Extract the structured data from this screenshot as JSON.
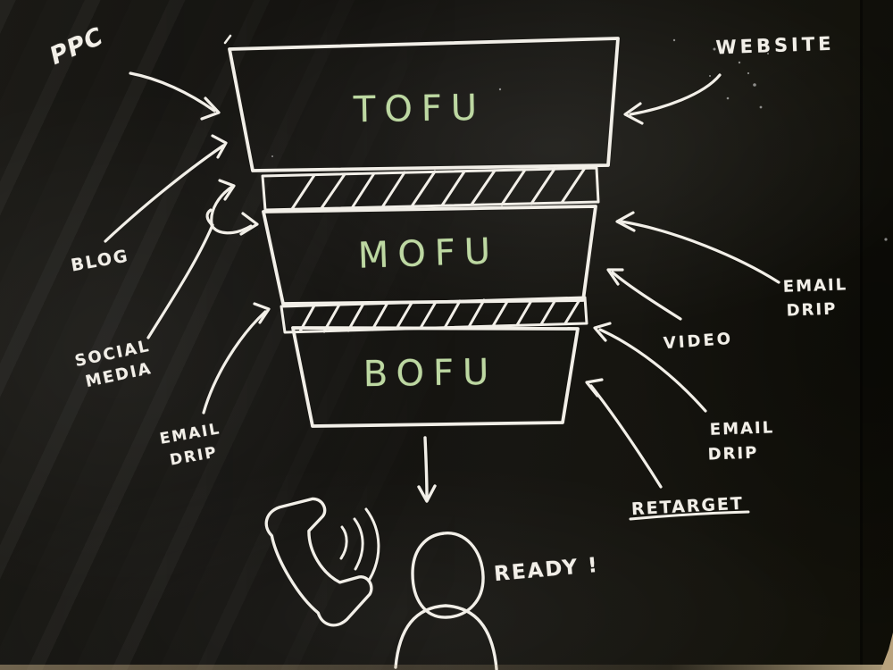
{
  "scene": {
    "description": "Hand-drawn marketing funnel sketch on a black whiteboard",
    "type": "whiteboard-diagram"
  },
  "colors": {
    "board-black": "#141310",
    "marker-white": "#f2efe8",
    "marker-green": "#bdd8a2",
    "floor-tan": "#b9a37d"
  },
  "funnel": {
    "stages": [
      {
        "name": "TOFU"
      },
      {
        "name": "MOFU"
      },
      {
        "name": "BOFU"
      }
    ]
  },
  "channels": {
    "ppc": "PPC",
    "blog": "BLOG",
    "social_media_line1": "SOCIAL",
    "social_media_line2": "MEDIA",
    "email_drip_left_line1": "EMAIL",
    "email_drip_left_line2": "DRIP",
    "website": "WEBSITE",
    "email_drip_right_line1": "EMAIL",
    "email_drip_right_line2": "DRIP",
    "video": "VIDEO",
    "email_drip_bottom_line1": "EMAIL",
    "email_drip_bottom_line2": "DRIP",
    "retarget": "RETARGET"
  },
  "outcome": {
    "ready": "READY !"
  }
}
